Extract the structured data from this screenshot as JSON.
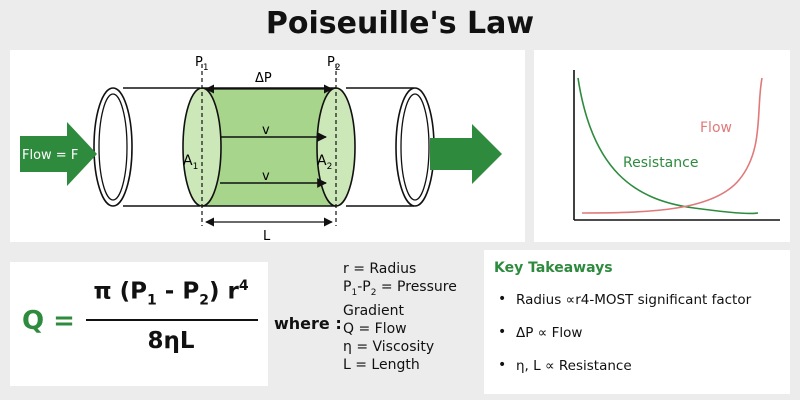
{
  "title": "Poiseuille's Law",
  "diagram": {
    "label_p1": "P",
    "label_p1_sub": "1",
    "label_p2": "P",
    "label_p2_sub": "2",
    "label_delta_p": "ΔP",
    "label_a1": "A",
    "label_a1_sub": "1",
    "label_a2": "A",
    "label_a2_sub": "2",
    "label_v_top": "v",
    "label_v_bottom": "v",
    "label_length": "L",
    "label_flow": "Flow = F",
    "colors": {
      "green_dark": "#2e8b3e",
      "green_fill": "#a8d58c",
      "green_light": "#cde8b8"
    }
  },
  "graph": {
    "label_flow": "Flow",
    "label_resistance": "Resistance",
    "colors": {
      "flow": "#e07a7a",
      "resistance": "#2e8b3e"
    }
  },
  "formula": {
    "q": "Q =",
    "num_pi": "π (P",
    "num_sub1": "1",
    "num_mid": " - P",
    "num_sub2": "2",
    "num_end": ") r",
    "num_sup": "4",
    "denominator": "8ηL"
  },
  "where_label": "where :",
  "legend": {
    "r": "r = Radius",
    "p_a": "P",
    "p_a_sub": "1",
    "p_b": "-P",
    "p_b_sub": "2",
    "p_rest": " = Pressure",
    "gradient": "Gradient",
    "q": "Q = Flow",
    "eta": "η = Viscosity",
    "l": "L = Length"
  },
  "takeaways": {
    "title": "Key Takeaways",
    "items": [
      "Radius ∝r4-MOST significant factor",
      "ΔP ∝ Flow",
      "η, L ∝ Resistance"
    ]
  }
}
